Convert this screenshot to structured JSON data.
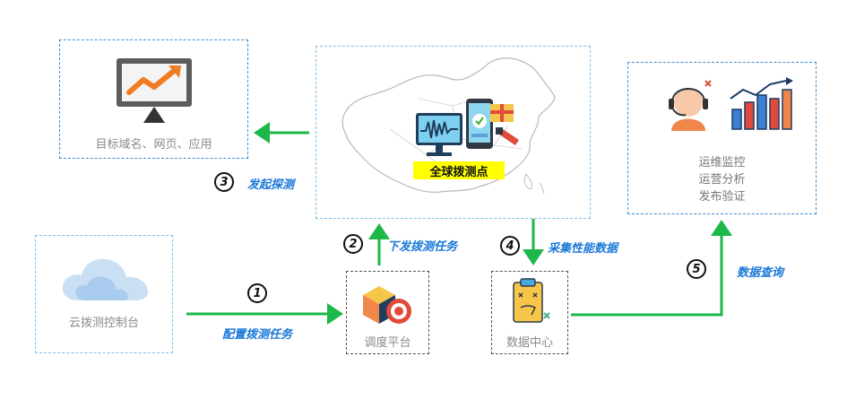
{
  "nodes": {
    "target": {
      "label": "目标域名、网页、应用"
    },
    "probes": {
      "label": "全球拨测点"
    },
    "ops": {
      "lines": [
        "运维监控",
        "运营分析",
        "发布验证"
      ]
    },
    "console": {
      "label": "云拨测控制台"
    },
    "scheduler": {
      "label": "调度平台"
    },
    "datacenter": {
      "label": "数据中心"
    }
  },
  "steps": [
    {
      "num": "1",
      "label": "配置拨测任务"
    },
    {
      "num": "2",
      "label": "下发拨测任务"
    },
    {
      "num": "3",
      "label": "发起探测"
    },
    {
      "num": "4",
      "label": "采集性能数据"
    },
    {
      "num": "5",
      "label": "数据查询"
    }
  ],
  "colors": {
    "arrow": "#1eb84a",
    "step_text": "#1a78d8",
    "border_blue": "#3b8fd6",
    "highlight": "#ffff00"
  },
  "icons": [
    "presentation-chart-icon",
    "china-map-icon",
    "monitor-icon",
    "smartphone-icon",
    "gift-icon",
    "support-agent-icon",
    "bar-chart-icon",
    "cloud-icon",
    "cube-target-icon",
    "clipboard-icon"
  ]
}
